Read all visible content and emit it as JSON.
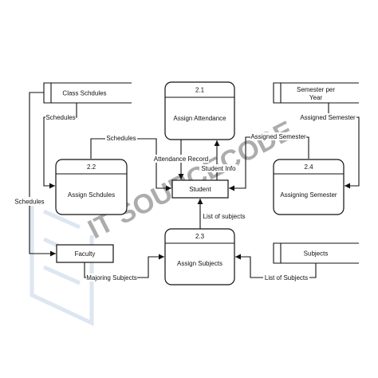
{
  "processes": {
    "p21": {
      "id": "2.1",
      "name": "Assign Attendance"
    },
    "p22": {
      "id": "2.2",
      "name": "Assign Schdules"
    },
    "p23": {
      "id": "2.3",
      "name": "Assign Subjects"
    },
    "p24": {
      "id": "2.4",
      "name": "Assigning Semester"
    }
  },
  "stores": {
    "class_schedules": "Class Schdules",
    "semester": [
      "Semester per",
      "Year"
    ],
    "subjects": "Subjects"
  },
  "entities": {
    "student": "Student",
    "faculty": "Faculty"
  },
  "flows": {
    "schedules_store_to_22": "Schedules",
    "schedules_22_to_student": "Schedules",
    "schedules_store_to_faculty": "Schedules",
    "attendance_record": "Attendance Record",
    "student_info": "Student Info",
    "assigned_semester_store": "Assigned Semester",
    "assigned_semester_student": "Assigned Semester",
    "list_of_subjects_student": "List of subjects",
    "list_of_subjects_store": "List of Subjects",
    "majoring_subjects": "Majoring Subjects"
  },
  "watermark": {
    "text": "IT SOURCECODE",
    "color": "#9fb6d6"
  }
}
